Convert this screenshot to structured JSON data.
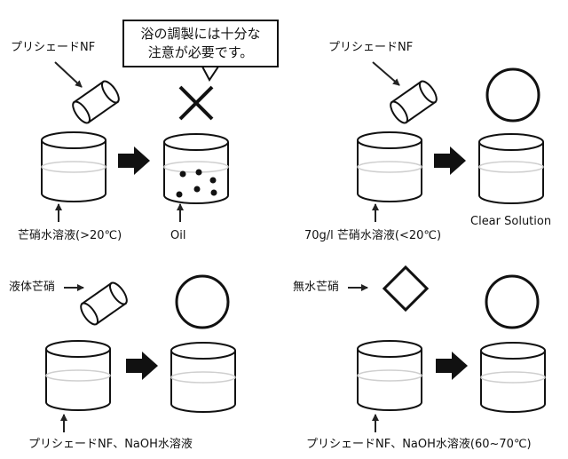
{
  "panels": [
    {
      "id": "top-left",
      "reagent_label": "プリシェードNF",
      "beaker_label": "芒硝水溶液(>20℃)",
      "result_label": "Oil",
      "result_symbol": "cross",
      "reagent_shape": "cylinder"
    },
    {
      "id": "top-right",
      "reagent_label": "プリシェードNF",
      "beaker_label": "70g/l 芒硝水溶液(<20℃)",
      "result_label": "Clear Solution",
      "result_symbol": "circle",
      "reagent_shape": "cylinder"
    },
    {
      "id": "bottom-left",
      "reagent_label": "液体芒硝",
      "beaker_label": "プリシェードNF、NaOH水溶液",
      "result_label": "",
      "result_symbol": "circle",
      "reagent_shape": "cylinder"
    },
    {
      "id": "bottom-right",
      "reagent_label": "無水芒硝",
      "beaker_label": "プリシェードNF、NaOH水溶液(60~70℃)",
      "result_label": "",
      "result_symbol": "circle",
      "reagent_shape": "diamond"
    }
  ],
  "callout": {
    "line1": "浴の調製には十分な",
    "line2": "注意が必要です。"
  },
  "colors": {
    "ink": "#111111",
    "fill": "#ffffff",
    "line": "#cfcfcf"
  }
}
